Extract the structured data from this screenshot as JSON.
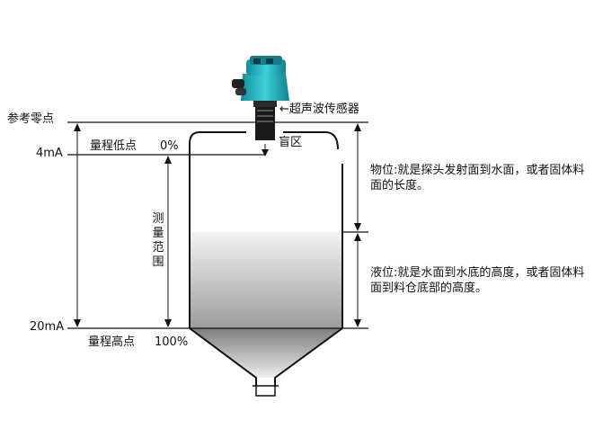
{
  "labels": {
    "reference_zero": "参考零点",
    "current_4ma": "4mA",
    "current_20ma": "20mA",
    "range_low": "量程低点",
    "pct_low": "0%",
    "range_high": "量程高点",
    "pct_high": "100%",
    "sensor": "←超声波传感器",
    "blind_zone": "盲区",
    "measure_range": "测量范围"
  },
  "descriptions": {
    "material_title": "物位:",
    "material_text": "就是探头发射面到水面，或者固体料面的长度。",
    "liquid_title": "液位:",
    "liquid_text": "就是水面到水底的高度，或者固体料面到料仓底部的高度。"
  },
  "colors": {
    "line": "#111111",
    "sensor_body": "#1fb7c4",
    "sensor_dark": "#222222",
    "liquid_top": "#f2f2f2",
    "liquid_bottom": "#9a9a9a"
  }
}
